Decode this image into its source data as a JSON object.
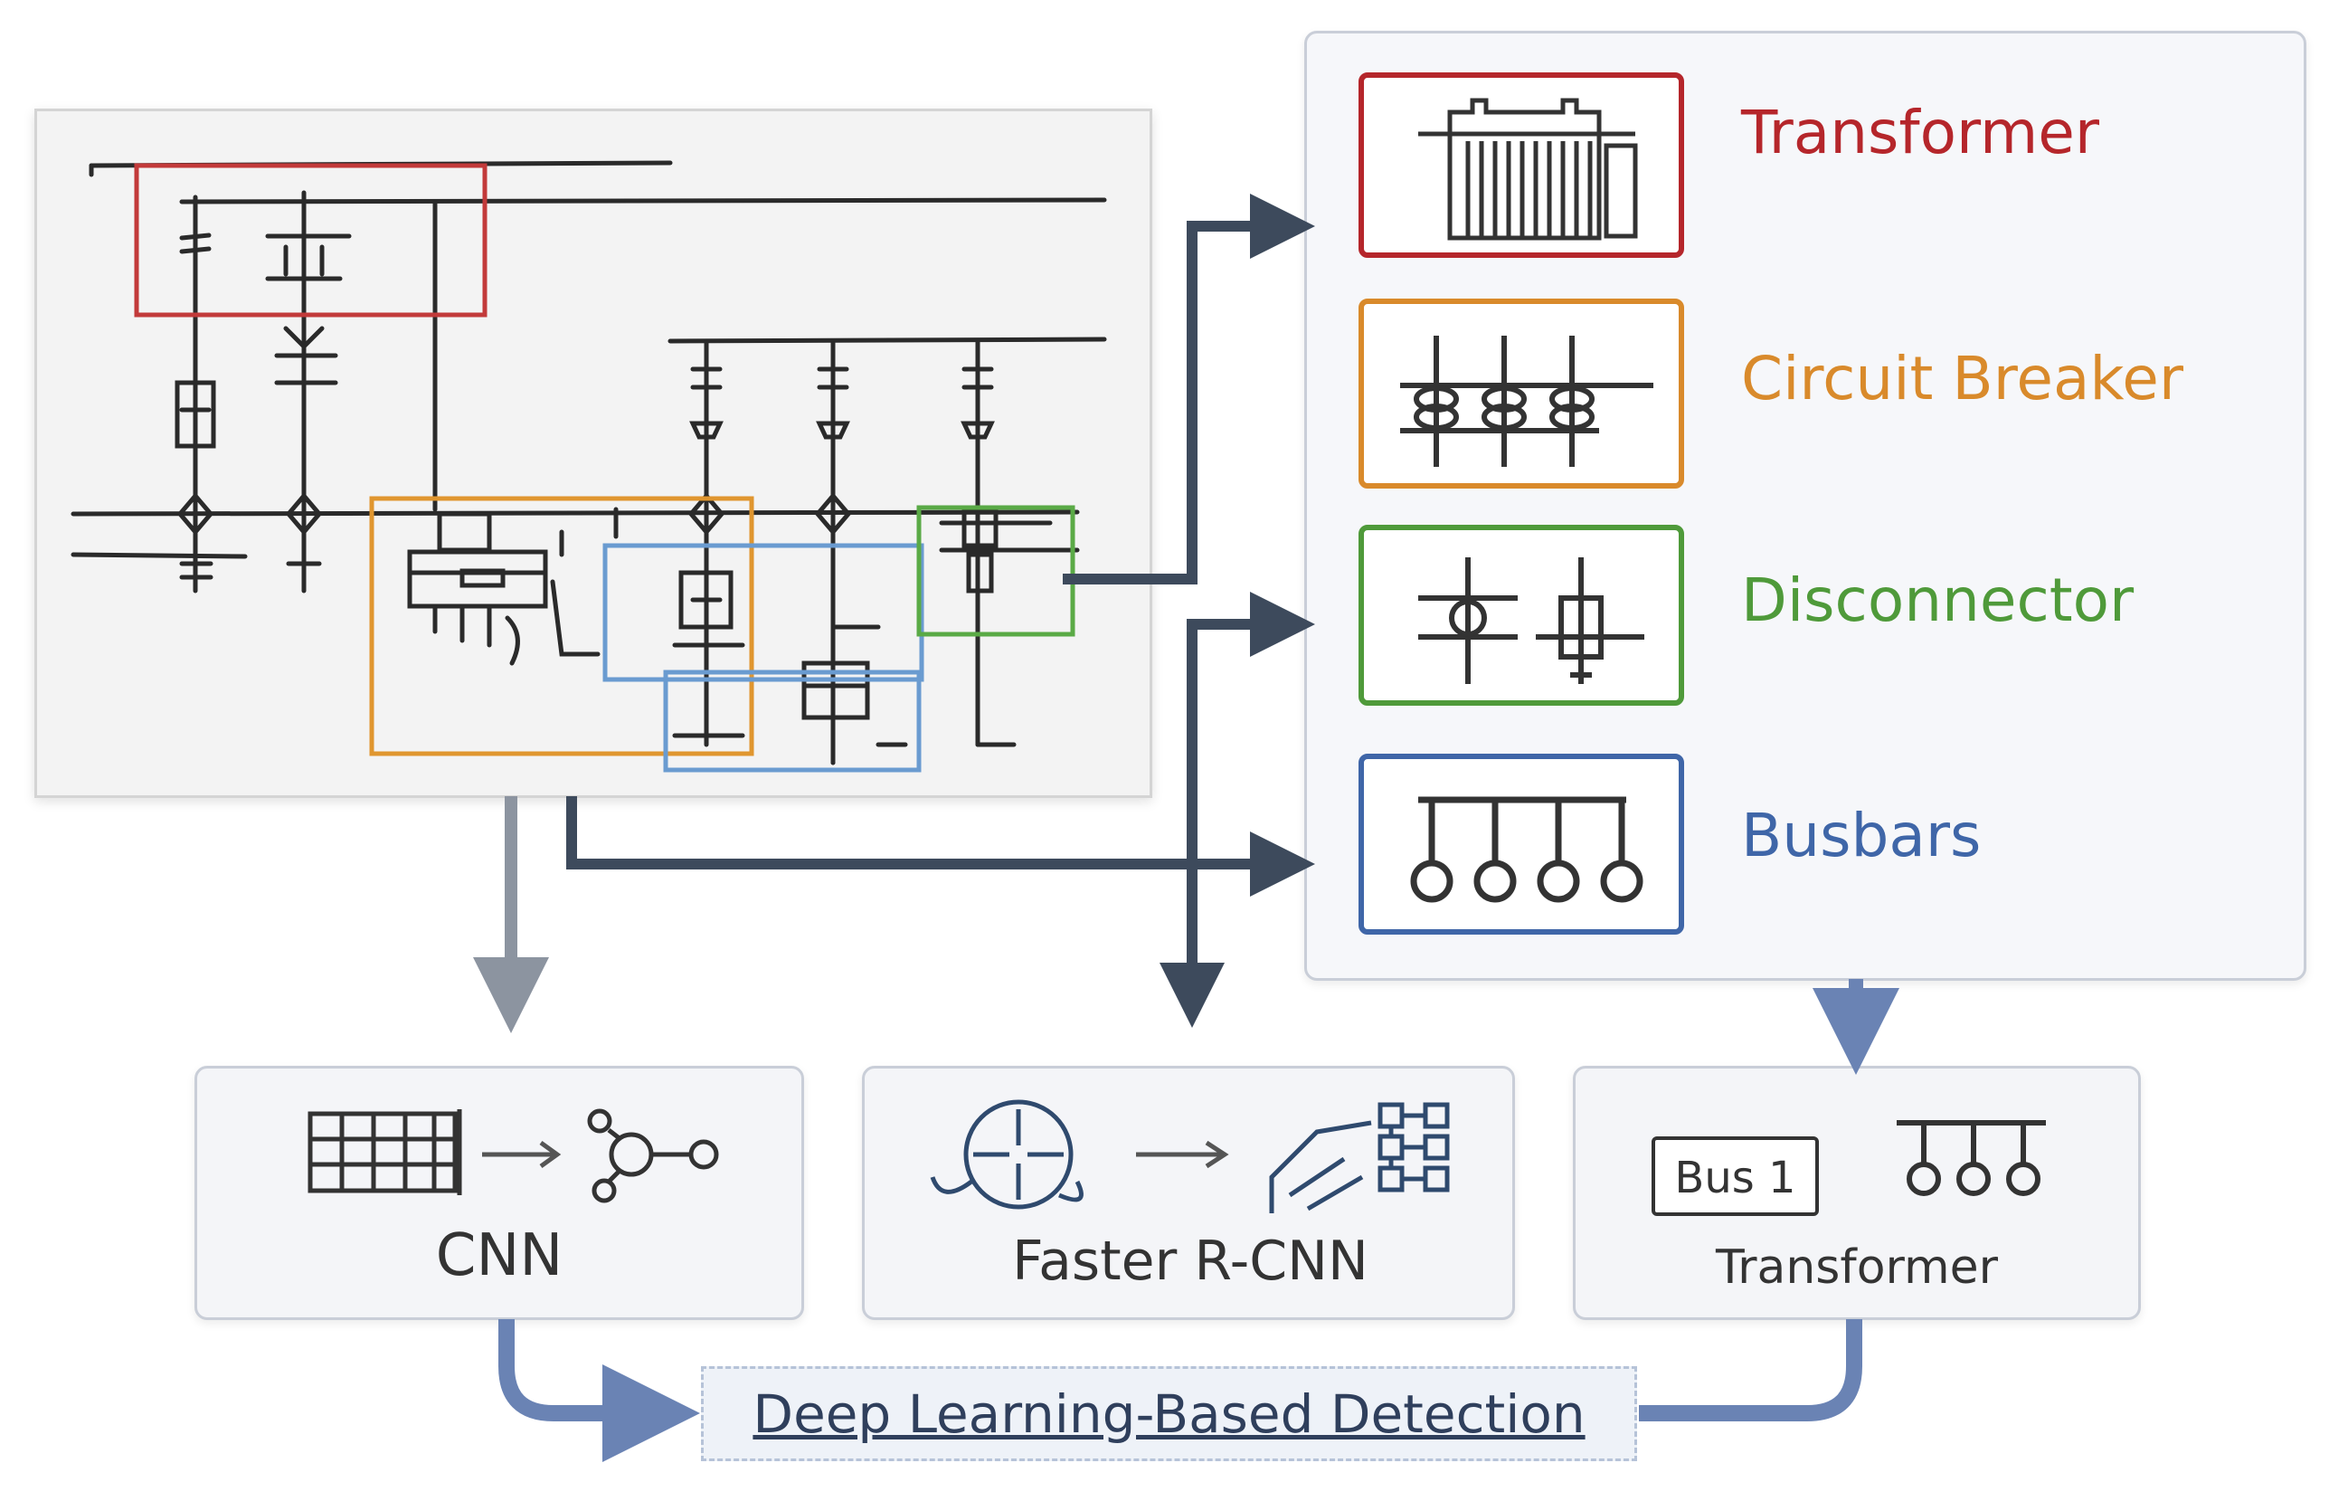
{
  "legend": {
    "items": [
      {
        "id": "transformer",
        "label": "Transformer",
        "color": "#b5262b",
        "icon": "transformer-icon"
      },
      {
        "id": "circuit-breaker",
        "label": "Circuit Breaker",
        "color": "#d98a2b",
        "icon": "circuit-breaker-icon"
      },
      {
        "id": "disconnector",
        "label": "Disconnector",
        "color": "#4f9a3a",
        "icon": "disconnector-icon"
      },
      {
        "id": "busbars",
        "label": "Busbars",
        "color": "#3f66a8",
        "icon": "busbars-icon"
      }
    ]
  },
  "methods": {
    "cnn": {
      "label": "CNN"
    },
    "faster_rcnn": {
      "label": "Faster R-CNN"
    },
    "transformer": {
      "label": "Transformer",
      "bus_tag": "Bus 1"
    }
  },
  "output": {
    "label": "Deep Learning-Based Detection"
  },
  "colors": {
    "arrow_dark": "#3d4a5c",
    "arrow_gray": "#8c94a0",
    "arrow_blue": "#6a83b4",
    "panel_border": "#c9ced8",
    "schematic_ink": "#2a2a2a"
  }
}
